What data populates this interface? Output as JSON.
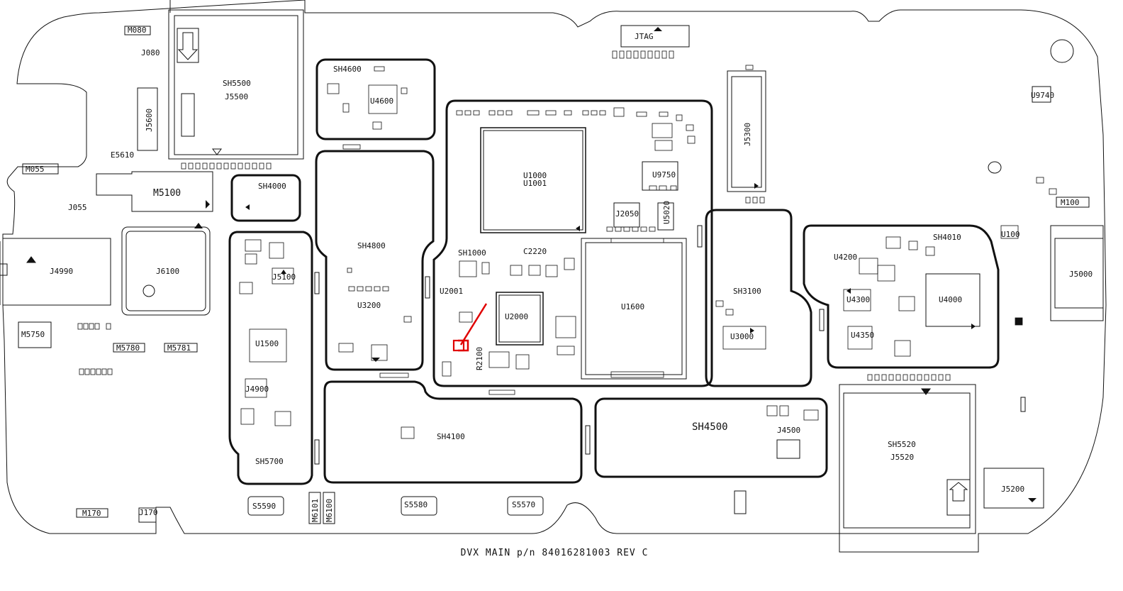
{
  "title": "DVX MAIN  p/n 84016281003 REV C",
  "colors": {
    "outline": "#111111",
    "highlight": "#e00000",
    "background": "#ffffff"
  },
  "labels": {
    "m080": "M080",
    "j080": "J080",
    "m055": "M055",
    "e5610": "E5610",
    "j055": "J055",
    "j5600": "J5600",
    "sh5500": "SH5500",
    "j5500": "J5500",
    "m5100": "M5100",
    "sh4000": "SH4000",
    "j4990": "J4990",
    "j6100": "J6100",
    "m5750": "M5750",
    "m5780": "M5780",
    "m5781": "M5781",
    "m170": "M170",
    "j170": "J170",
    "sh5700": "SH5700",
    "j5100": "J5100",
    "u1500": "U1500",
    "j4900": "J4900",
    "s5590": "S5590",
    "m6101": "M6101",
    "m6100": "M6100",
    "sh4600": "SH4600",
    "u4600": "U4600",
    "sh4800": "SH4800",
    "u3200": "U3200",
    "sh4100": "SH4100",
    "s5580": "S5580",
    "s5570": "S5570",
    "jtag": "JTAG",
    "u1000": "U1000",
    "u1001": "U1001",
    "sh1000": "SH1000",
    "u2000": "U2000",
    "u2001": "U2001",
    "r2100": "R2100",
    "u1600": "U1600",
    "u9750": "U9750",
    "j2050": "J2050",
    "u5020": "U5020",
    "c2220": "C2220",
    "j5300": "J5300",
    "sh3100": "SH3100",
    "u3000": "U3000",
    "sh4500": "SH4500",
    "j4500": "J4500",
    "sh4010": "SH4010",
    "u4200": "U4200",
    "u4300": "U4300",
    "u4350": "U4350",
    "u4000": "U4000",
    "sh5520": "SH5520",
    "j5520": "J5520",
    "j5200": "J5200",
    "j5000": "J5000",
    "u9740": "U9740",
    "m100": "M100",
    "u100": "U100"
  }
}
